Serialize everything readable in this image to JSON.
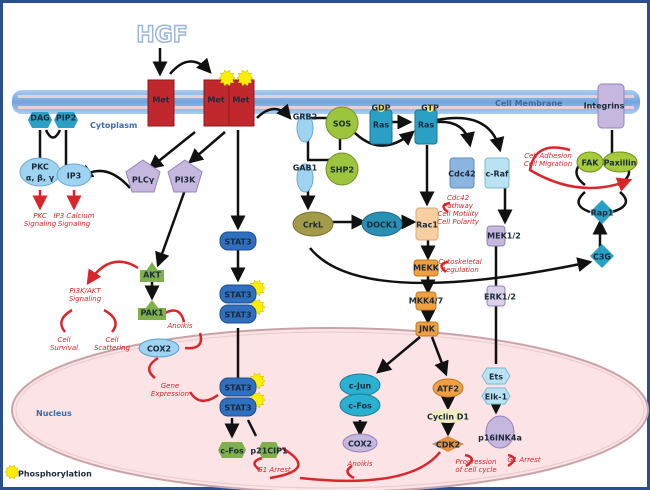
{
  "title": "HGF",
  "compartments": {
    "membrane": "Cell Membrane",
    "cytoplasm": "Cytoplasm",
    "nucleus": "Nucleus"
  },
  "legend": {
    "icon": "phosphorylation-star",
    "label": "Phosphorylation"
  },
  "colors": {
    "frame": "#2b4f8c",
    "membrane": "#7fb0e6",
    "nucleus_fill": "#fbe3e6",
    "met": "#c0282d",
    "phospho": "#ffee00",
    "signal_text": "#d9262b",
    "stat3": "#2f6fc0"
  },
  "nodes": {
    "met_single": "Met",
    "met_dimer_left": "Met",
    "met_dimer_right": "Met",
    "dag": "DAG",
    "pip2": "PIP2",
    "pkc": "PKC",
    "pkc_sub": "α, β, γ",
    "ip3": "IP3",
    "plcg": "PLCγ",
    "pi3k": "PI3K",
    "akt": "AKT",
    "pak1": "PAK1",
    "cox2_cyto": "COX2",
    "stat3_mono": "STAT3",
    "stat3_dimer_a": "STAT3",
    "stat3_dimer_b": "STAT3",
    "stat3_nuc_a": "STAT3",
    "stat3_nuc_b": "STAT3",
    "cfos_nuc": "c-Fos",
    "p21": "p21CIP1",
    "grb2": "GRB2",
    "gab1": "GAB1",
    "sos": "SOS",
    "shp2": "SHP2",
    "ras_gdp": "Ras",
    "ras_gtp": "Ras",
    "gdp": "GDP",
    "gtp": "GTP",
    "crkl": "CrkL",
    "dock1": "DOCK1",
    "rac1": "Rac1",
    "cdc42": "Cdc42",
    "craf": "c-Raf",
    "mek12": "MEK1/2",
    "erk12": "ERK1/2",
    "mekk": "MEKK",
    "mkk47": "MKK4/7",
    "jnk": "JNK",
    "cjun": "c-Jun",
    "cfos": "c-Fos",
    "cox2_nuc": "COX2",
    "atf2": "ATF2",
    "cyclind1": "Cyclin D1",
    "cdk2": "CDK2",
    "ets": "Ets",
    "elk1": "Elk-1",
    "p16": "p16INK4a",
    "integrins": "Integrins",
    "fak": "FAK",
    "paxillin": "Paxillin",
    "rap1": "Rap1",
    "c3g": "C3G"
  },
  "outcomes": {
    "pkc_signaling": [
      "PKC",
      "Signaling"
    ],
    "ip3_signaling": [
      "IP3 Calcium",
      "Signaling"
    ],
    "pi3k_akt": [
      "PI3K/AKT",
      "Signaling"
    ],
    "cell_survival": [
      "Cell",
      "Survival"
    ],
    "cell_scattering": [
      "Cell",
      "Scattering"
    ],
    "anoikis_cyto": [
      "Anoikis"
    ],
    "gene_expression": [
      "Gene",
      "Expression"
    ],
    "g1_arrest_p21": [
      "G1 Arrest"
    ],
    "anoikis_nuc": [
      "Anoikis"
    ],
    "cell_cycle": [
      "Progression",
      "of cell cycle"
    ],
    "g1_arrest_p16": [
      "G1 Arrest"
    ],
    "cdc42_pathway": [
      "Cdc42",
      "Pathway",
      "Cell Motility",
      "Cell Polarity"
    ],
    "cytoskeletal": [
      "Cytoskeletal",
      "Regulation"
    ],
    "adhesion": [
      "Cell Adhesion",
      "Cell Migration"
    ]
  }
}
